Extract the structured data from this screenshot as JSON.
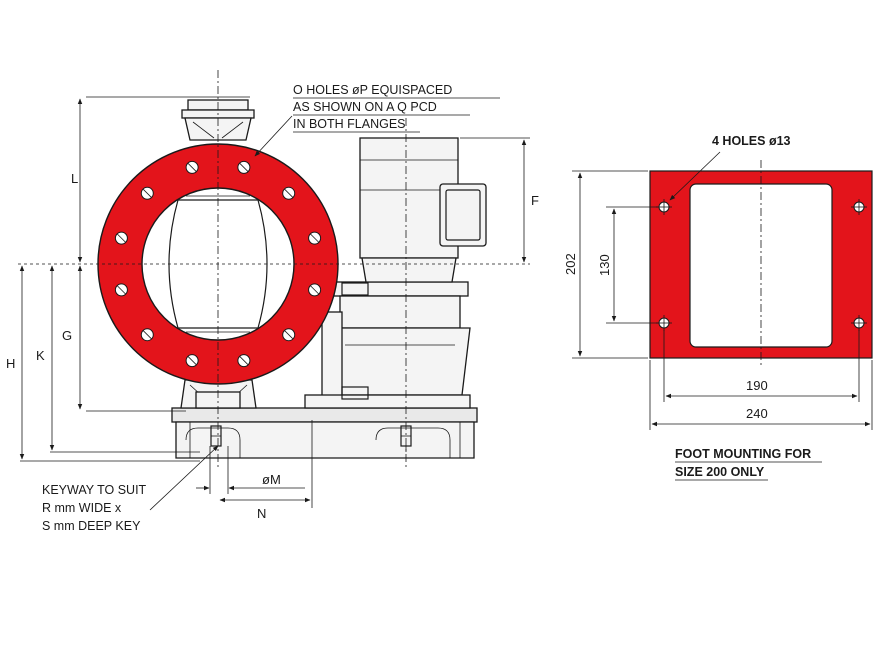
{
  "colors": {
    "flange_red": "#e3141b",
    "line": "#1a1a1a",
    "body_fill": "#f4f4f4"
  },
  "labels": {
    "holes_note": [
      "O HOLES øP EQUISPACED",
      "AS SHOWN ON A Q PCD",
      "IN BOTH FLANGES"
    ],
    "dim_L": "L",
    "dim_G": "G",
    "dim_H": "H",
    "dim_K": "K",
    "dim_F": "F",
    "dim_M": "øM",
    "dim_N": "N",
    "keyway_note": [
      "KEYWAY TO SUIT",
      "R mm WIDE x",
      "S mm DEEP KEY"
    ]
  },
  "foot": {
    "holes_label": "4 HOLES ø13",
    "dim_height": "202",
    "dim_hole_spacing_v": "130",
    "dim_hole_spacing_h": "190",
    "dim_width": "240",
    "note": [
      "FOOT MOUNTING FOR",
      "SIZE 200 ONLY"
    ]
  }
}
